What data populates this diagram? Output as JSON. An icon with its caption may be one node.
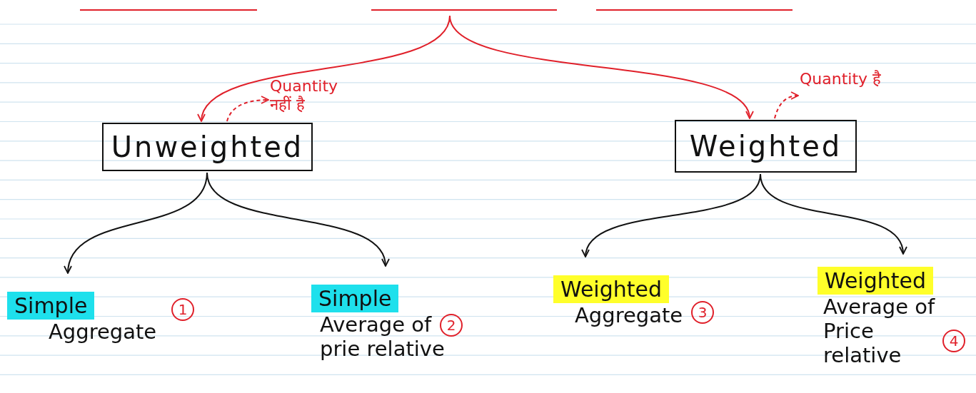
{
  "diagram": {
    "nodes": [
      {
        "text": [
          "Unweighted"
        ]
      },
      {
        "text": [
          "Weighted"
        ]
      },
      {
        "text": [
          "Simple",
          "Aggregate"
        ]
      },
      {
        "text": [
          "Simple",
          "Average of prie relative"
        ],
        "beside": [
          "2"
        ]
      },
      {
        "text": [
          "Weighted",
          "Aggregate"
        ],
        "beside": [
          "3"
        ]
      },
      {
        "text": [
          "Weighted",
          "Average of Price relative"
        ],
        "beside": [
          "4"
        ]
      },
      {
        "text": [
          "Quantity नहीं है"
        ]
      },
      {
        "text": [
          "Quantity है"
        ]
      }
    ],
    "edges": [
      {
        "from": null,
        "to": 0,
        "arrow": "to",
        "color": "#e0202a"
      },
      {
        "from": null,
        "to": 1,
        "arrow": "to",
        "color": "#e0202a"
      },
      {
        "from": 0,
        "to": 2,
        "arrow": "to",
        "color": "#111111"
      },
      {
        "from": 0,
        "to": 3,
        "arrow": "to",
        "color": "#111111"
      },
      {
        "from": 1,
        "to": 4,
        "arrow": "to",
        "color": "#111111"
      },
      {
        "from": 1,
        "to": 5,
        "arrow": "to",
        "color": "#111111"
      },
      {
        "from": 0,
        "to": 6,
        "arrow": "to",
        "style": "dashed",
        "color": "#e0202a"
      },
      {
        "from": 1,
        "to": 7,
        "arrow": "to",
        "style": "dashed",
        "color": "#e0202a"
      }
    ],
    "labels": [
      "1"
    ]
  }
}
